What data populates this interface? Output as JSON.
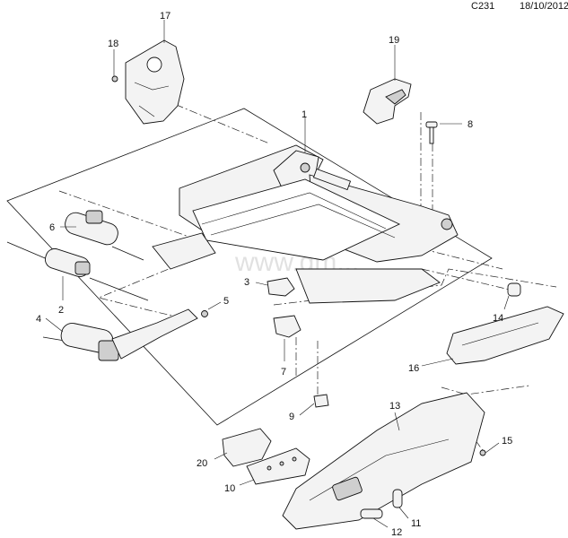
{
  "header": {
    "diagram_code": "C231",
    "date": "18/10/2012"
  },
  "watermark": "www.gm...",
  "callouts": [
    {
      "id": "c1",
      "label": "1"
    },
    {
      "id": "c2",
      "label": "2"
    },
    {
      "id": "c3",
      "label": "3"
    },
    {
      "id": "c4",
      "label": "4"
    },
    {
      "id": "c5",
      "label": "5"
    },
    {
      "id": "c6",
      "label": "6"
    },
    {
      "id": "c7",
      "label": "7"
    },
    {
      "id": "c8",
      "label": "8"
    },
    {
      "id": "c9",
      "label": "9"
    },
    {
      "id": "c10",
      "label": "10"
    },
    {
      "id": "c11",
      "label": "11"
    },
    {
      "id": "c12",
      "label": "12"
    },
    {
      "id": "c13",
      "label": "13"
    },
    {
      "id": "c14",
      "label": "14"
    },
    {
      "id": "c15",
      "label": "15"
    },
    {
      "id": "c16",
      "label": "16"
    },
    {
      "id": "c17",
      "label": "17"
    },
    {
      "id": "c18",
      "label": "18"
    },
    {
      "id": "c19",
      "label": "19"
    },
    {
      "id": "c20",
      "label": "20"
    }
  ]
}
